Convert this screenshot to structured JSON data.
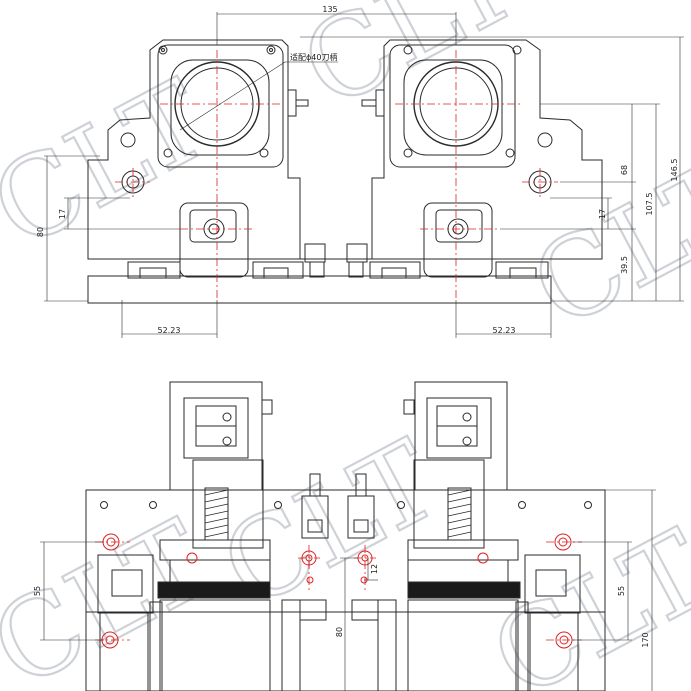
{
  "drawing": {
    "top_view": {
      "dim_overall_width": "135",
      "dim_left_offset": "52.23",
      "dim_right_offset": "52.23",
      "dim_left_height": "80",
      "dim_left_small": "17",
      "dim_right_small": "17",
      "dim_right_68": "68",
      "dim_right_107_5": "107.5",
      "dim_right_146_5": "146.5",
      "dim_right_39_5": "39.5",
      "callout": "适配ϕ40刀柄"
    },
    "bottom_view": {
      "dim_left_55": "55",
      "dim_right_55": "55",
      "dim_right_170": "170",
      "dim_center_80": "80",
      "dim_center_12": "12"
    },
    "watermark": "CLT"
  },
  "colors": {
    "line": "#2a2a2a",
    "centerline": "#e02020",
    "fill_dark": "#1a1a1a",
    "watermark": "#c9ced3"
  }
}
